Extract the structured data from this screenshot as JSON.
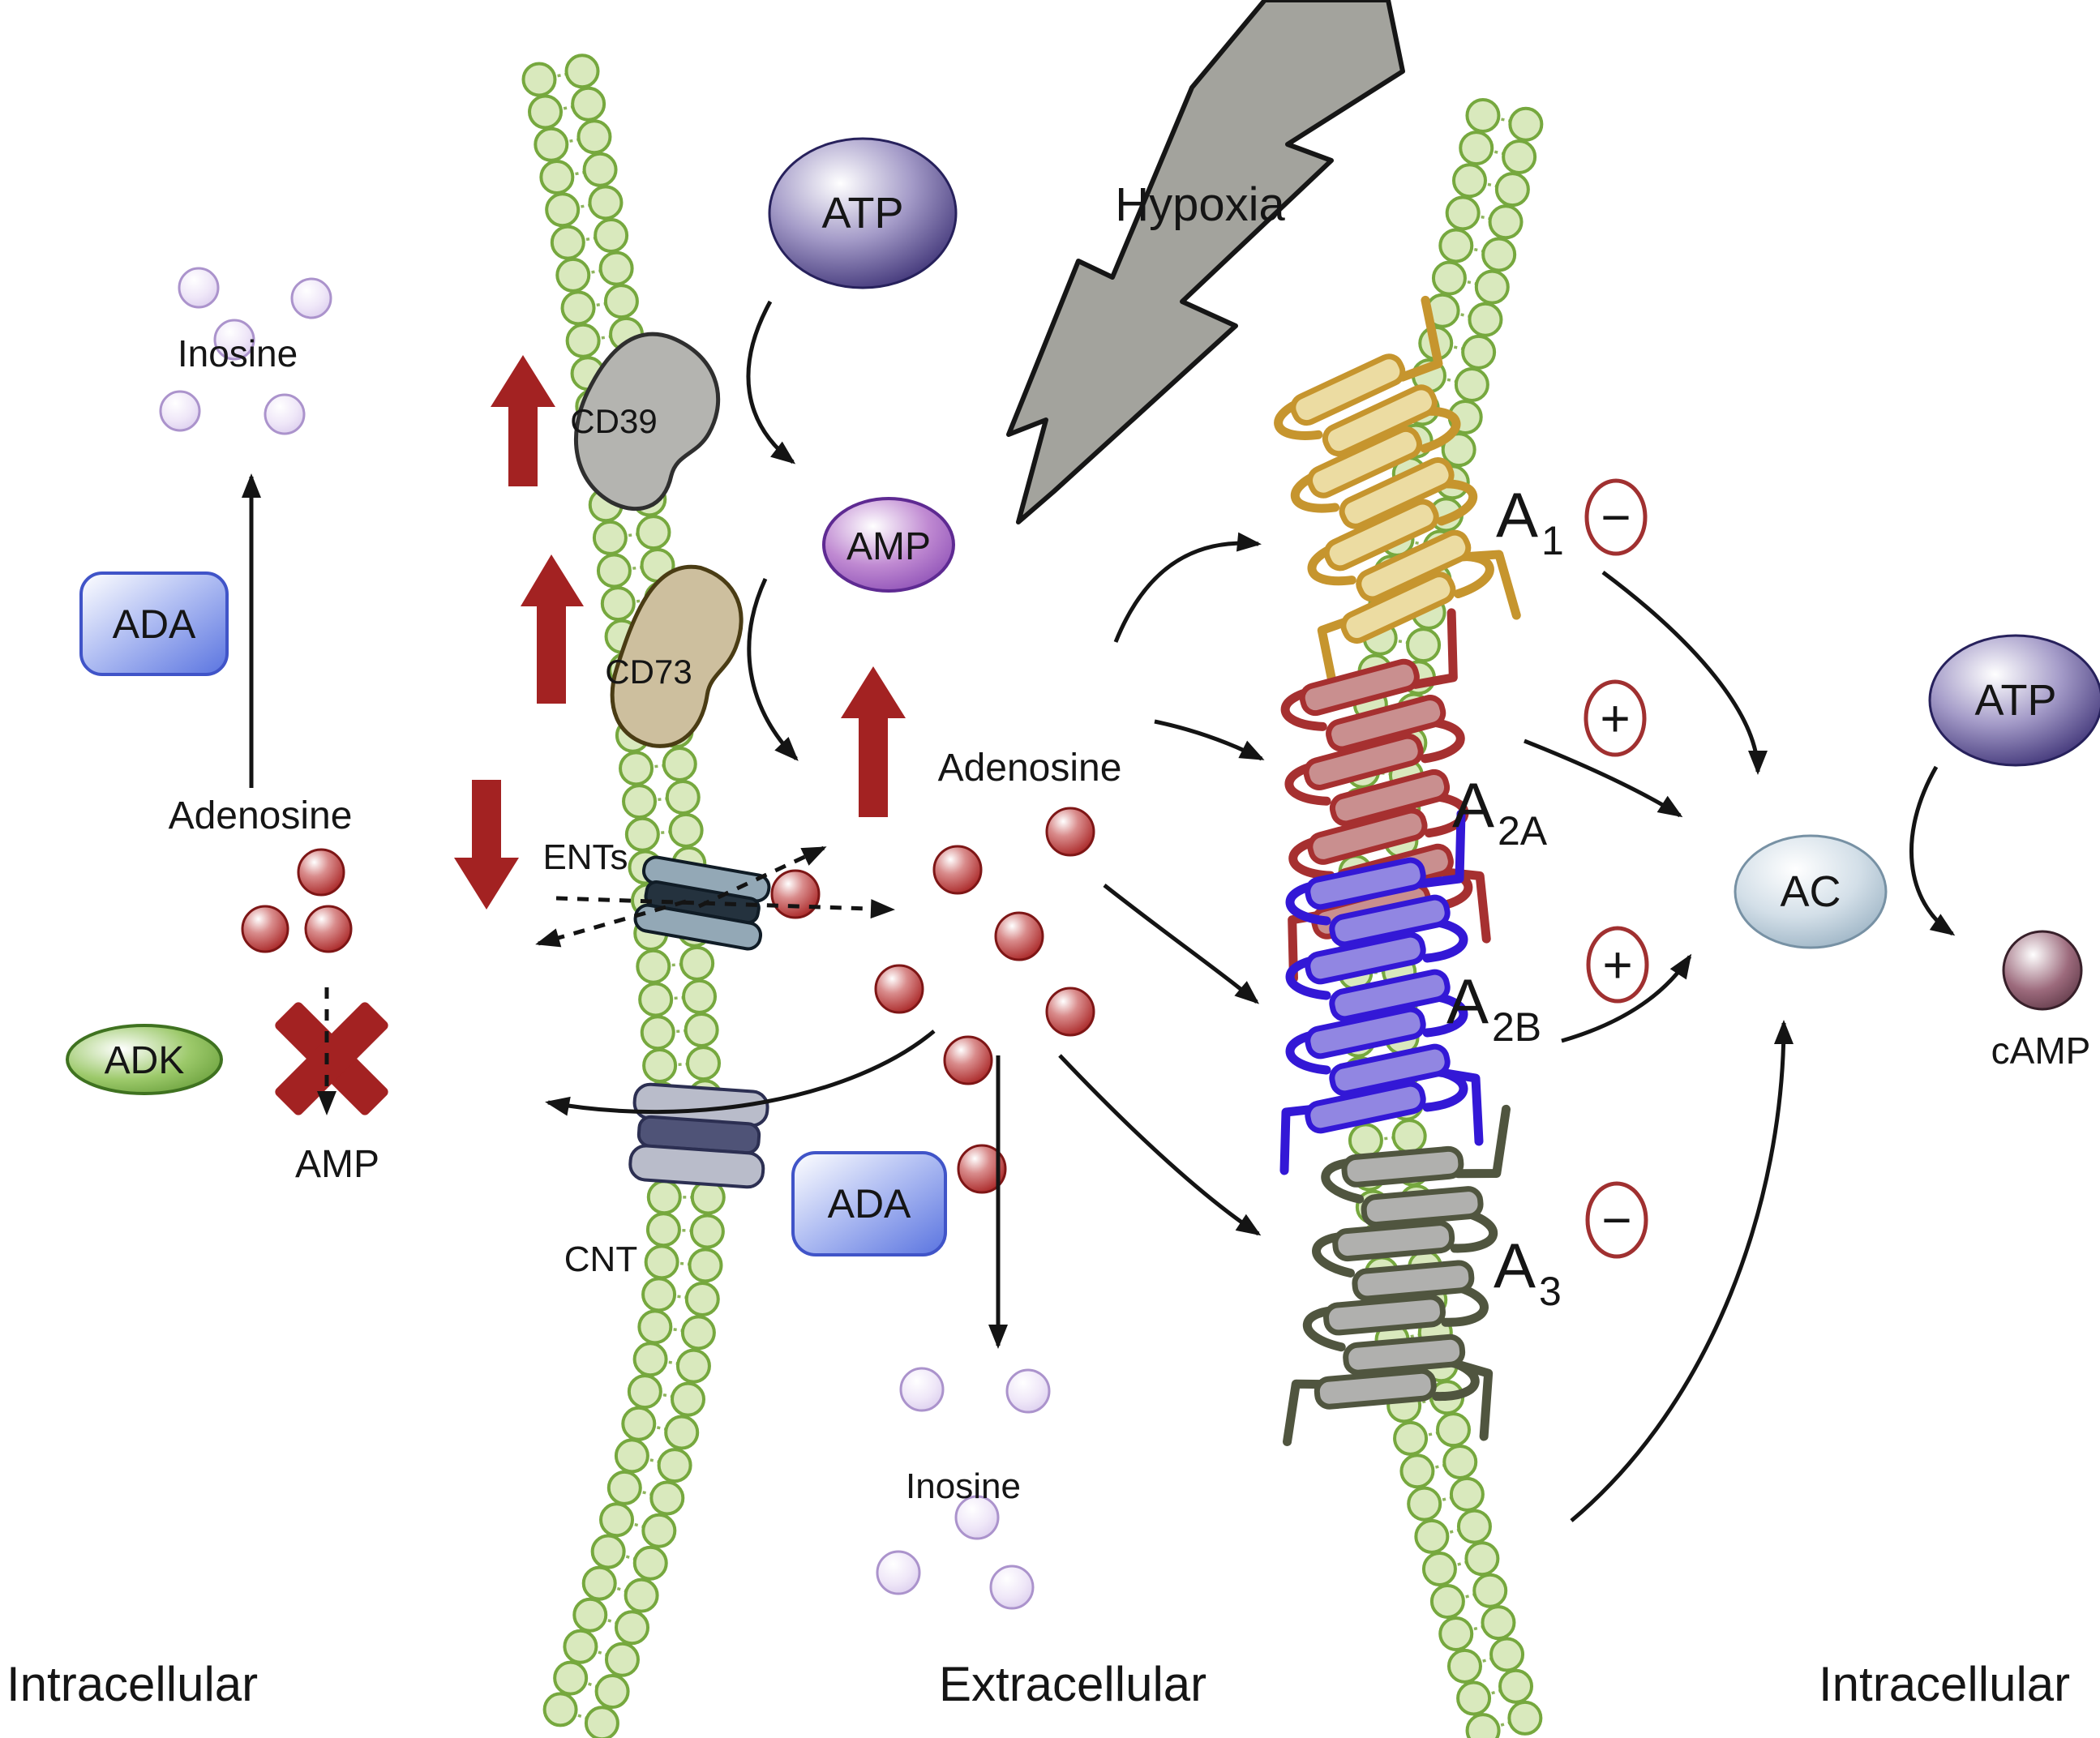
{
  "figure": {
    "regions": {
      "left": "Intracellular",
      "center": "Extracellular",
      "right": "Intracellular"
    },
    "molecules": {
      "inosine_top": "Inosine",
      "ada_intracellular": "ADA",
      "adenosine_intracellular": "Adenosine",
      "adk": "ADK",
      "amp_intracellular": "AMP",
      "cd39": "CD39",
      "cd73": "CD73",
      "ents": "ENTs",
      "cnt": "CNT",
      "atp_top": "ATP",
      "amp_extracellular": "AMP",
      "hypoxia": "Hypoxia",
      "adenosine_extracellular": "Adenosine",
      "ada_extracellular": "ADA",
      "inosine_extracellular": "Inosine",
      "ac": "AC",
      "atp_right": "ATP",
      "camp": "cAMP"
    },
    "receptors": [
      {
        "id": "A1",
        "label_main": "A",
        "label_sub": "1",
        "sign": "−",
        "helix_fill": "#ecdca2",
        "helix_stroke": "#c6952e"
      },
      {
        "id": "A2A",
        "label_main": "A",
        "label_sub": "2A",
        "sign": "+",
        "helix_fill": "#c98f8f",
        "helix_stroke": "#a63030"
      },
      {
        "id": "A2B",
        "label_main": "A",
        "label_sub": "2B",
        "sign": "+",
        "helix_fill": "#9186e2",
        "helix_stroke": "#3318d6"
      },
      {
        "id": "A3",
        "label_main": "A",
        "label_sub": "3",
        "sign": "−",
        "helix_fill": "#b0b0ae",
        "helix_stroke": "#50553f"
      }
    ],
    "colors": {
      "membrane_fill": "#d9e9bd",
      "membrane_stroke": "#76a83e",
      "membrane_tail": "#8fb55e",
      "red_arrow": "#a32222",
      "red_sphere": "#a32525",
      "lavender_sphere": "#cdbbe4",
      "atp": "#463b79",
      "amp": "#7a3fa8",
      "ada_box": "#5a74e0",
      "adk": "#5d9a2e",
      "ac": "#8fa9bc",
      "camp": "#5a2a3c",
      "sign": "#a03030",
      "bolt": "#a3a39d",
      "arrow": "#141414"
    }
  }
}
